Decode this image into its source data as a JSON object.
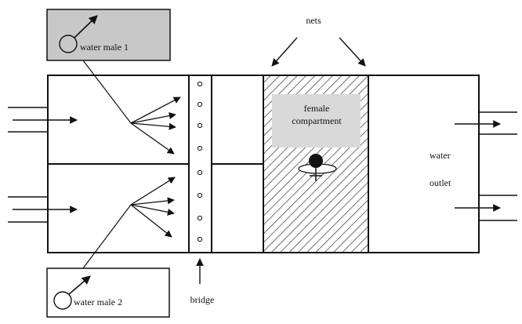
{
  "labels": {
    "nets": "nets",
    "female_compartment_line1": "female",
    "female_compartment_line2": "compartment",
    "water_outlet_line1": "water",
    "water_outlet_line2": "outlet",
    "bridge": "bridge"
  },
  "boxes": [
    {
      "key": "male1",
      "label": "water  male 1",
      "fill": "#c8c8c8",
      "icon": "male-symbol-icon"
    },
    {
      "key": "male2",
      "label": "water  male 2",
      "fill": "#ffffff",
      "icon": "male-symbol-icon"
    }
  ],
  "colors": {
    "stroke": "#111111",
    "female_box": "#d9d9d9",
    "male1_box": "#c8c8c8",
    "hatch": "#222222"
  }
}
